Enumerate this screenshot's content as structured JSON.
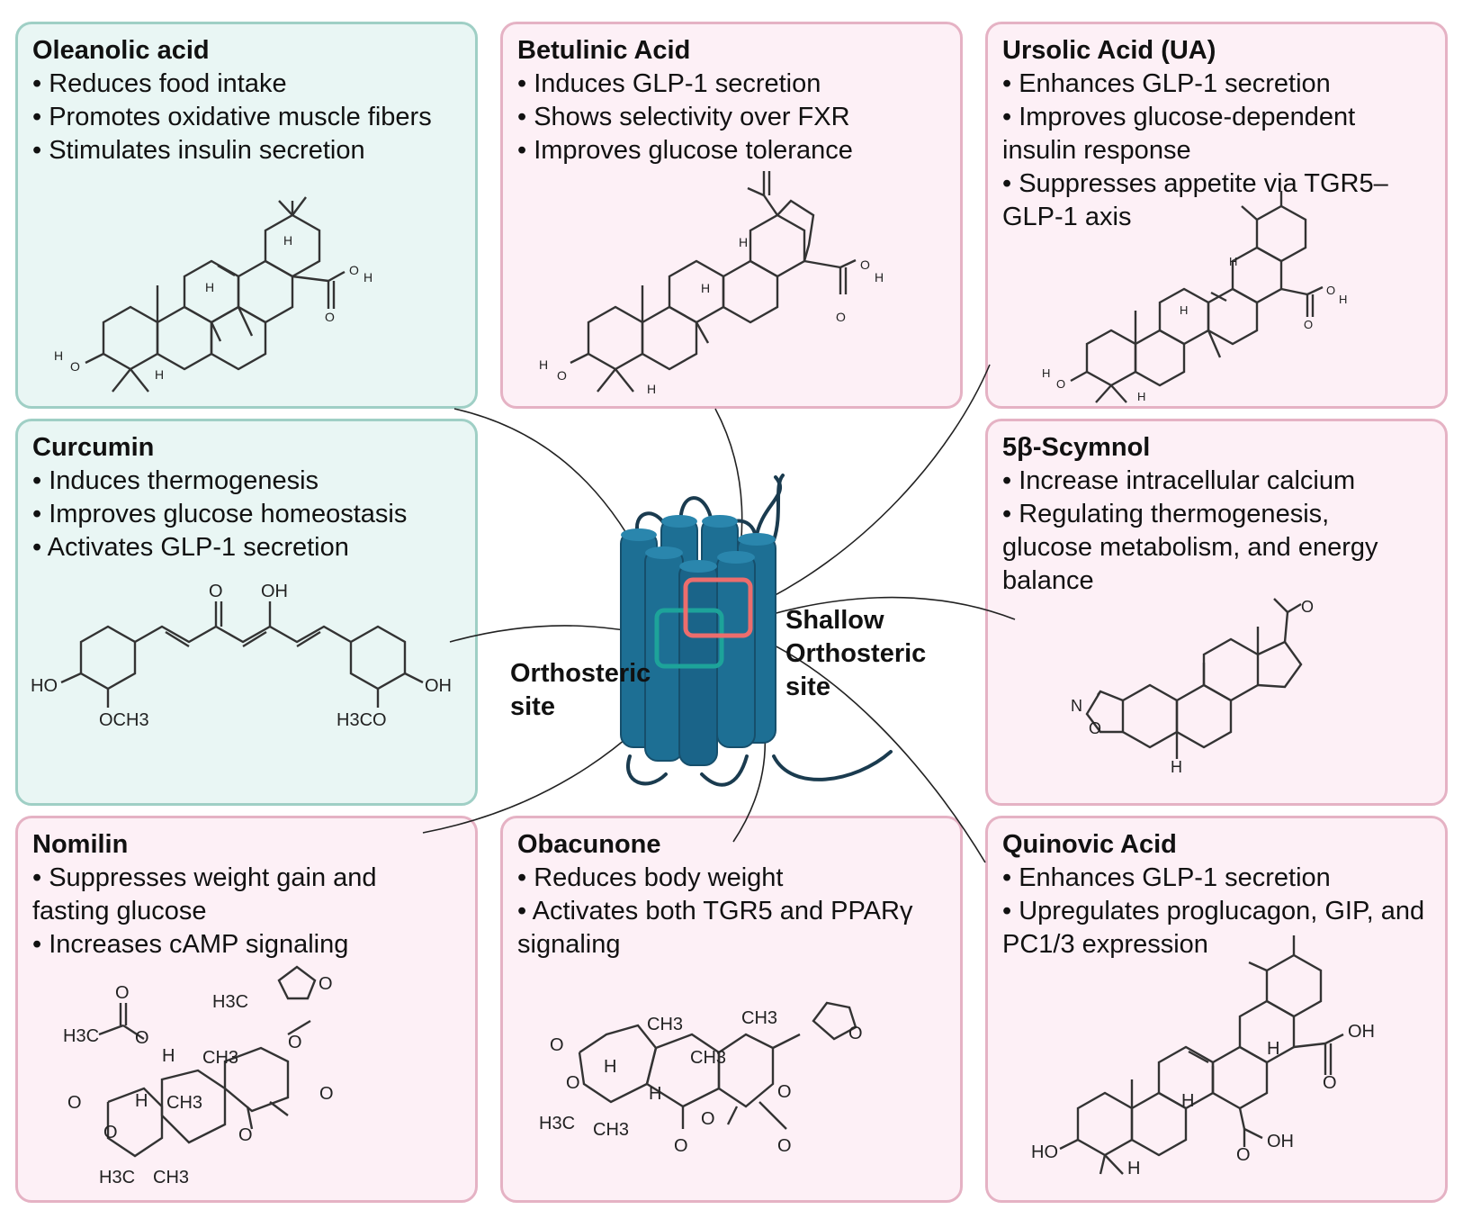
{
  "cards": [
    {
      "title": "Oleanolic acid",
      "bullets": [
        "• Reduces food intake",
        "• Promotes oxidative muscle fibers",
        "• Stimulates insulin secretion"
      ]
    },
    {
      "title": "Betulinic Acid",
      "bullets": [
        "• Induces GLP-1 secretion",
        "• Shows selectivity over FXR",
        "• Improves glucose tolerance"
      ]
    },
    {
      "title": "Ursolic Acid (UA)",
      "bullets": [
        "• Enhances GLP-1 secretion",
        " • Improves glucose-dependent",
        "insulin response",
        "• Suppresses appetite via TGR5–",
        "GLP-1 axis"
      ]
    },
    {
      "title": "Curcumin",
      "bullets": [
        "• Induces thermogenesis",
        " • Improves glucose homeostasis",
        " • Activates GLP-1 secretion"
      ]
    },
    {
      "title": "5β-Scymnol",
      "bullets": [
        " • Increase intracellular calcium",
        " • Regulating thermogenesis,",
        "glucose metabolism, and energy",
        "balance"
      ]
    },
    {
      "title": "Nomilin",
      "bullets": [
        "• Suppresses weight gain and",
        "fasting glucose",
        " • Increases cAMP signaling"
      ]
    },
    {
      "title": "Obacunone",
      "bullets": [
        " • Reduces body weight",
        " • Activates both TGR5 and PPARγ",
        "signaling"
      ]
    },
    {
      "title": "Quinovic Acid",
      "bullets": [
        "• Enhances GLP-1 secretion",
        "• Upregulates proglucagon, GIP, and",
        "PC1/3 expression"
      ]
    }
  ],
  "sites": {
    "orthosteric": [
      "Orthosteric",
      "site"
    ],
    "shallow": [
      "Shallow",
      "Orthosteric",
      "site"
    ]
  },
  "chem": {
    "oleanolic": {
      "h": "H",
      "o": "O",
      "ho_h": "H",
      "ho_o": "O",
      "h2": "H",
      "h3": "H"
    },
    "betulinic": {
      "h": "H",
      "o": "O",
      "ho_h": "H",
      "ho_o": "O",
      "h2": "H",
      "h3": "H",
      "h4": "H"
    },
    "ursolic": {
      "h": "H",
      "o": "O",
      "ho_h": "H",
      "ho_o": "O",
      "h2": "H",
      "h3": "H",
      "h4": "H"
    },
    "curcumin": {
      "o1": "O",
      "oh1": "OH",
      "ho": "HO",
      "och3": "OCH3",
      "oh2": "OH",
      "h3co": "H3CO"
    },
    "scymnol": {
      "n": "N",
      "o": "O",
      "o2": "O",
      "h": "H"
    },
    "nomilin": {
      "o1": "O",
      "h3c1": "H3C",
      "o2": "O",
      "h3c2": "H3C",
      "h1": "H",
      "ch3a": "CH3",
      "ch3b": "CH3",
      "h2": "H",
      "o3": "O",
      "o4": "O",
      "o5": "O",
      "o6": "O",
      "o7": "O",
      "h3c3": "H3C",
      "ch3c": "CH3",
      "o8": "O"
    },
    "obacunone": {
      "o1": "O",
      "ch3a": "CH3",
      "ch3b": "CH3",
      "o2": "O",
      "h1": "H",
      "h2": "H",
      "ch3c": "CH3",
      "o3": "O",
      "o4": "O",
      "o5": "O",
      "h3c": "H3C",
      "ch3d": "CH3",
      "o6": "O",
      "o7": "O"
    },
    "quinovic": {
      "oh1": "OH",
      "o1": "O",
      "h1": "H",
      "h2": "H",
      "ho": "HO",
      "h3": "H",
      "o2": "O",
      "oh2": "OH"
    }
  },
  "colors": {
    "teal_fill": "#e9f6f4",
    "teal_border": "#9fcfc5",
    "pink_fill": "#fdf0f6",
    "pink_border": "#e5b2c4",
    "receptor": "#1d6f94",
    "shallow_site": "#ec6d6d",
    "ortho_site": "#1da39a"
  }
}
